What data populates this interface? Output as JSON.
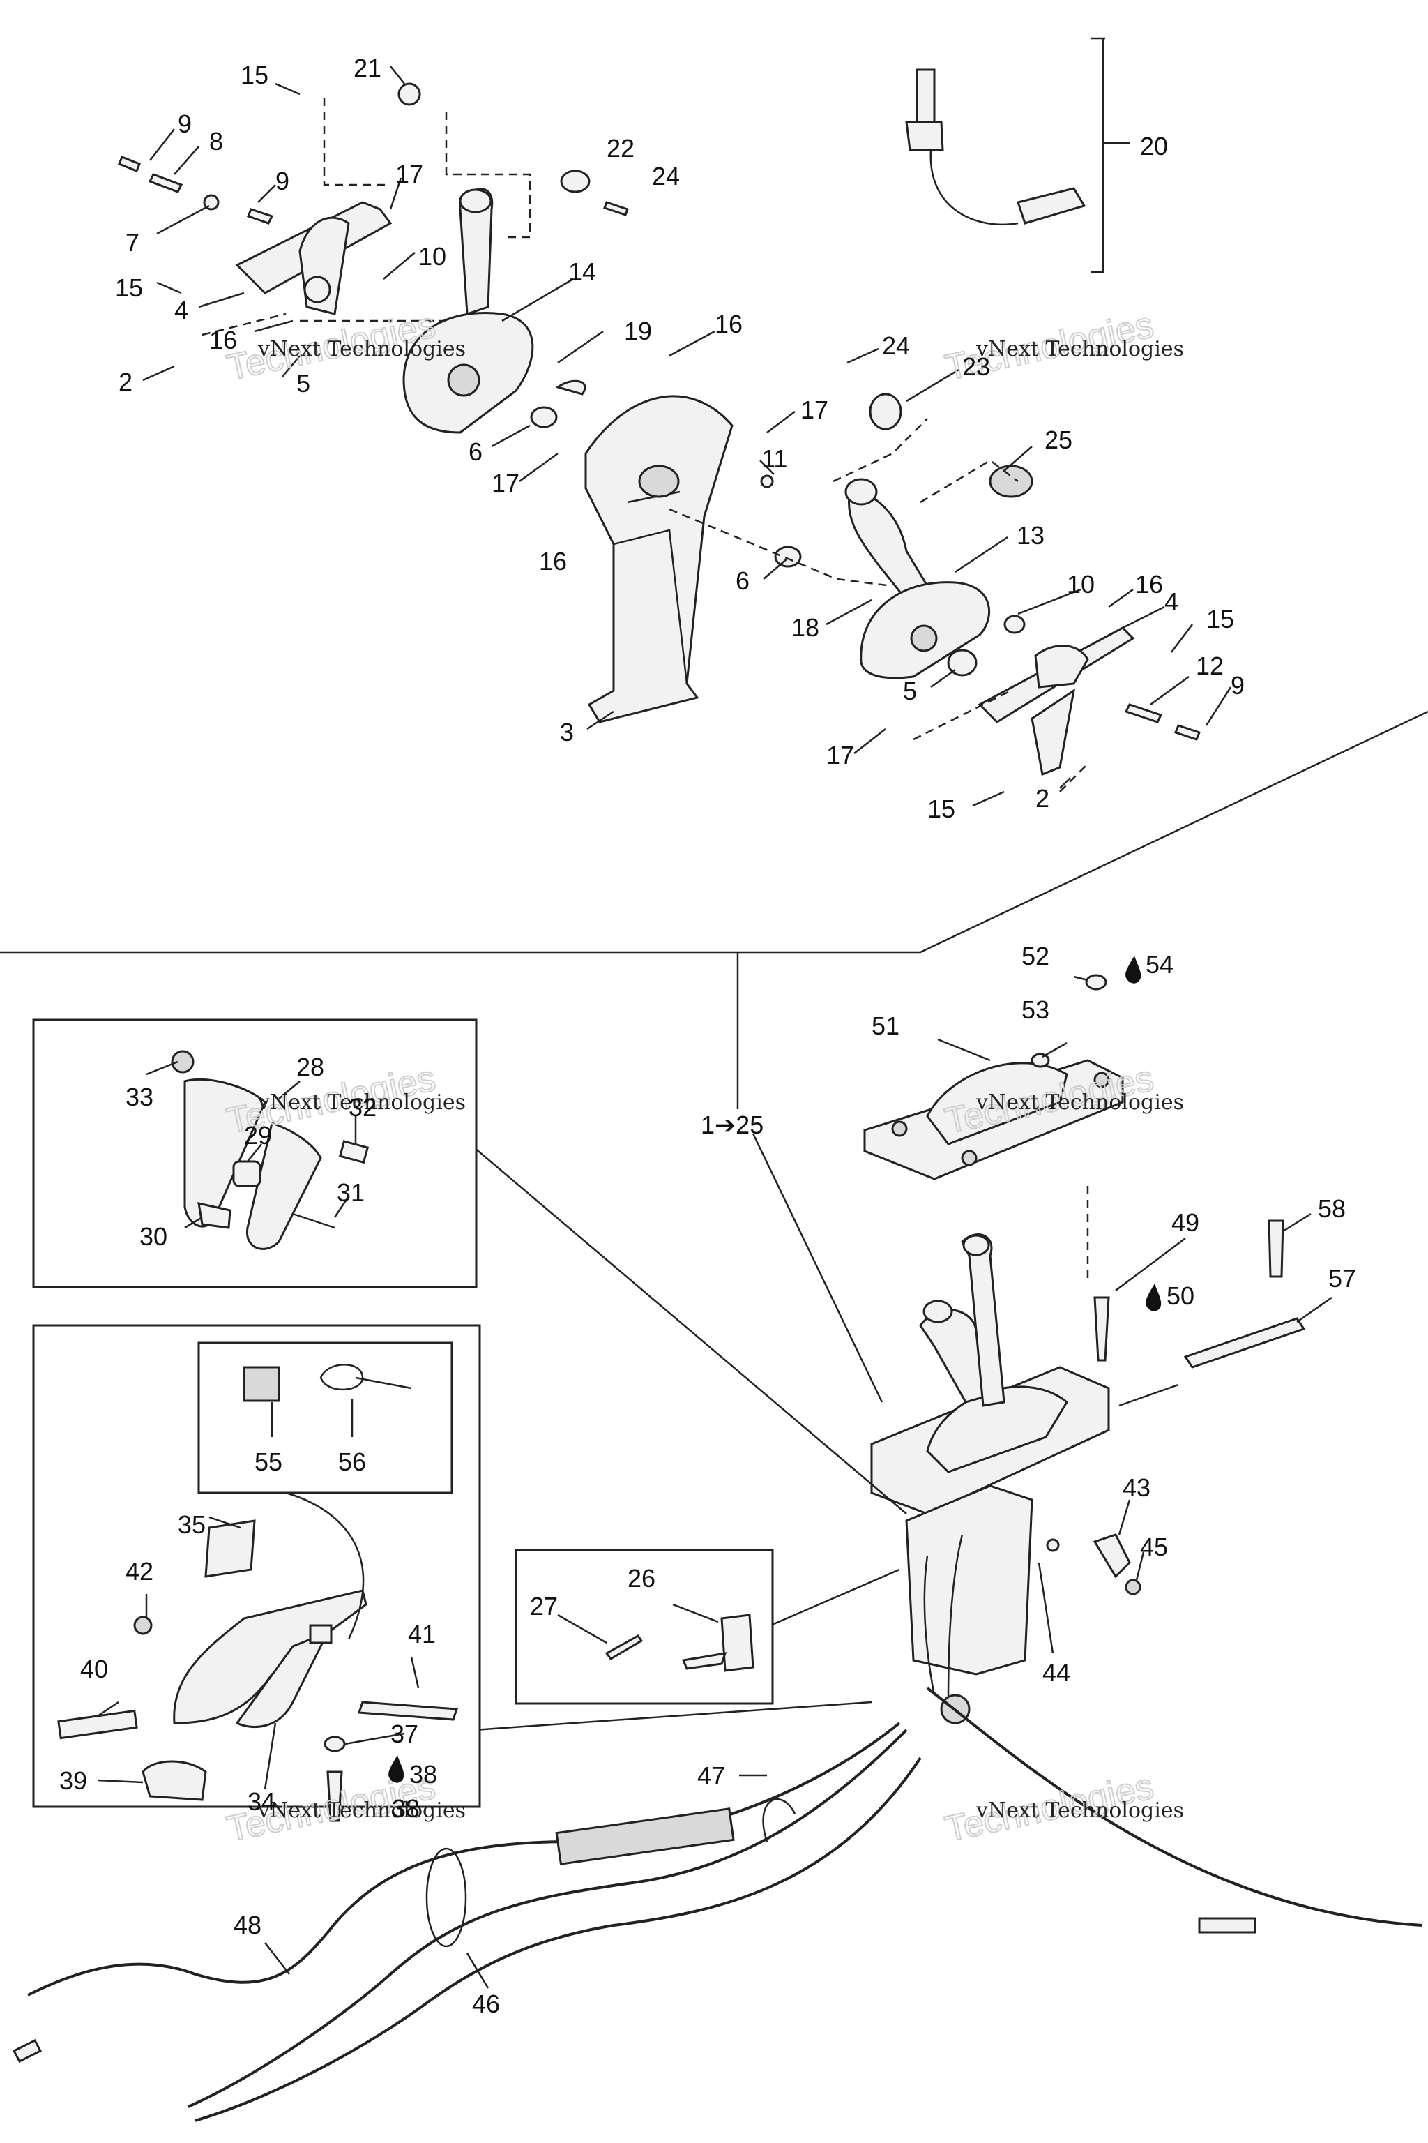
{
  "labels": {
    "l1": "15",
    "l2": "21",
    "l3": "9",
    "l4": "8",
    "l5": "22",
    "l6": "24",
    "l7": "9",
    "l8": "17",
    "l9": "7",
    "l10": "10",
    "l11": "15",
    "l12": "14",
    "l13": "4",
    "l14": "16",
    "l15": "19",
    "l16": "16",
    "l17": "2",
    "l18": "5",
    "l19": "24",
    "l20": "23",
    "l21": "17",
    "l22": "25",
    "l23": "6",
    "l24": "11",
    "l25": "17",
    "l26": "13",
    "l27": "16",
    "l28": "6",
    "l29": "10",
    "l30": "16",
    "l31": "4",
    "l32": "18",
    "l33": "15",
    "l34": "12",
    "l35": "5",
    "l36": "9",
    "l37": "3",
    "l38": "17",
    "l39": "15",
    "l40": "2",
    "l41": "20",
    "l42": "52",
    "l43": "54",
    "l44": "53",
    "l45": "51",
    "l46": "1➔25",
    "l47": "28",
    "l48": "33",
    "l49": "32",
    "l50": "29",
    "l51": "31",
    "l52": "30",
    "l53": "49",
    "l54": "50",
    "l55": "58",
    "l56": "57",
    "l57": "55",
    "l58": "56",
    "l59": "35",
    "l60": "43",
    "l61": "45",
    "l62": "42",
    "l63": "41",
    "l64": "40",
    "l65": "26",
    "l66": "27",
    "l67": "44",
    "l68": "37",
    "l69": "38",
    "l70": "39",
    "l71": "34",
    "l72": "38",
    "l73": "47",
    "l74": "48",
    "l75": "46"
  },
  "watermarks": {
    "w1": "vNext Technologies",
    "w2": "vNext Technologies",
    "w3": "vNext Technologies",
    "w4": "vNext Technologies",
    "w5": "vNext Technologies",
    "w6": "vNext Technologies"
  }
}
